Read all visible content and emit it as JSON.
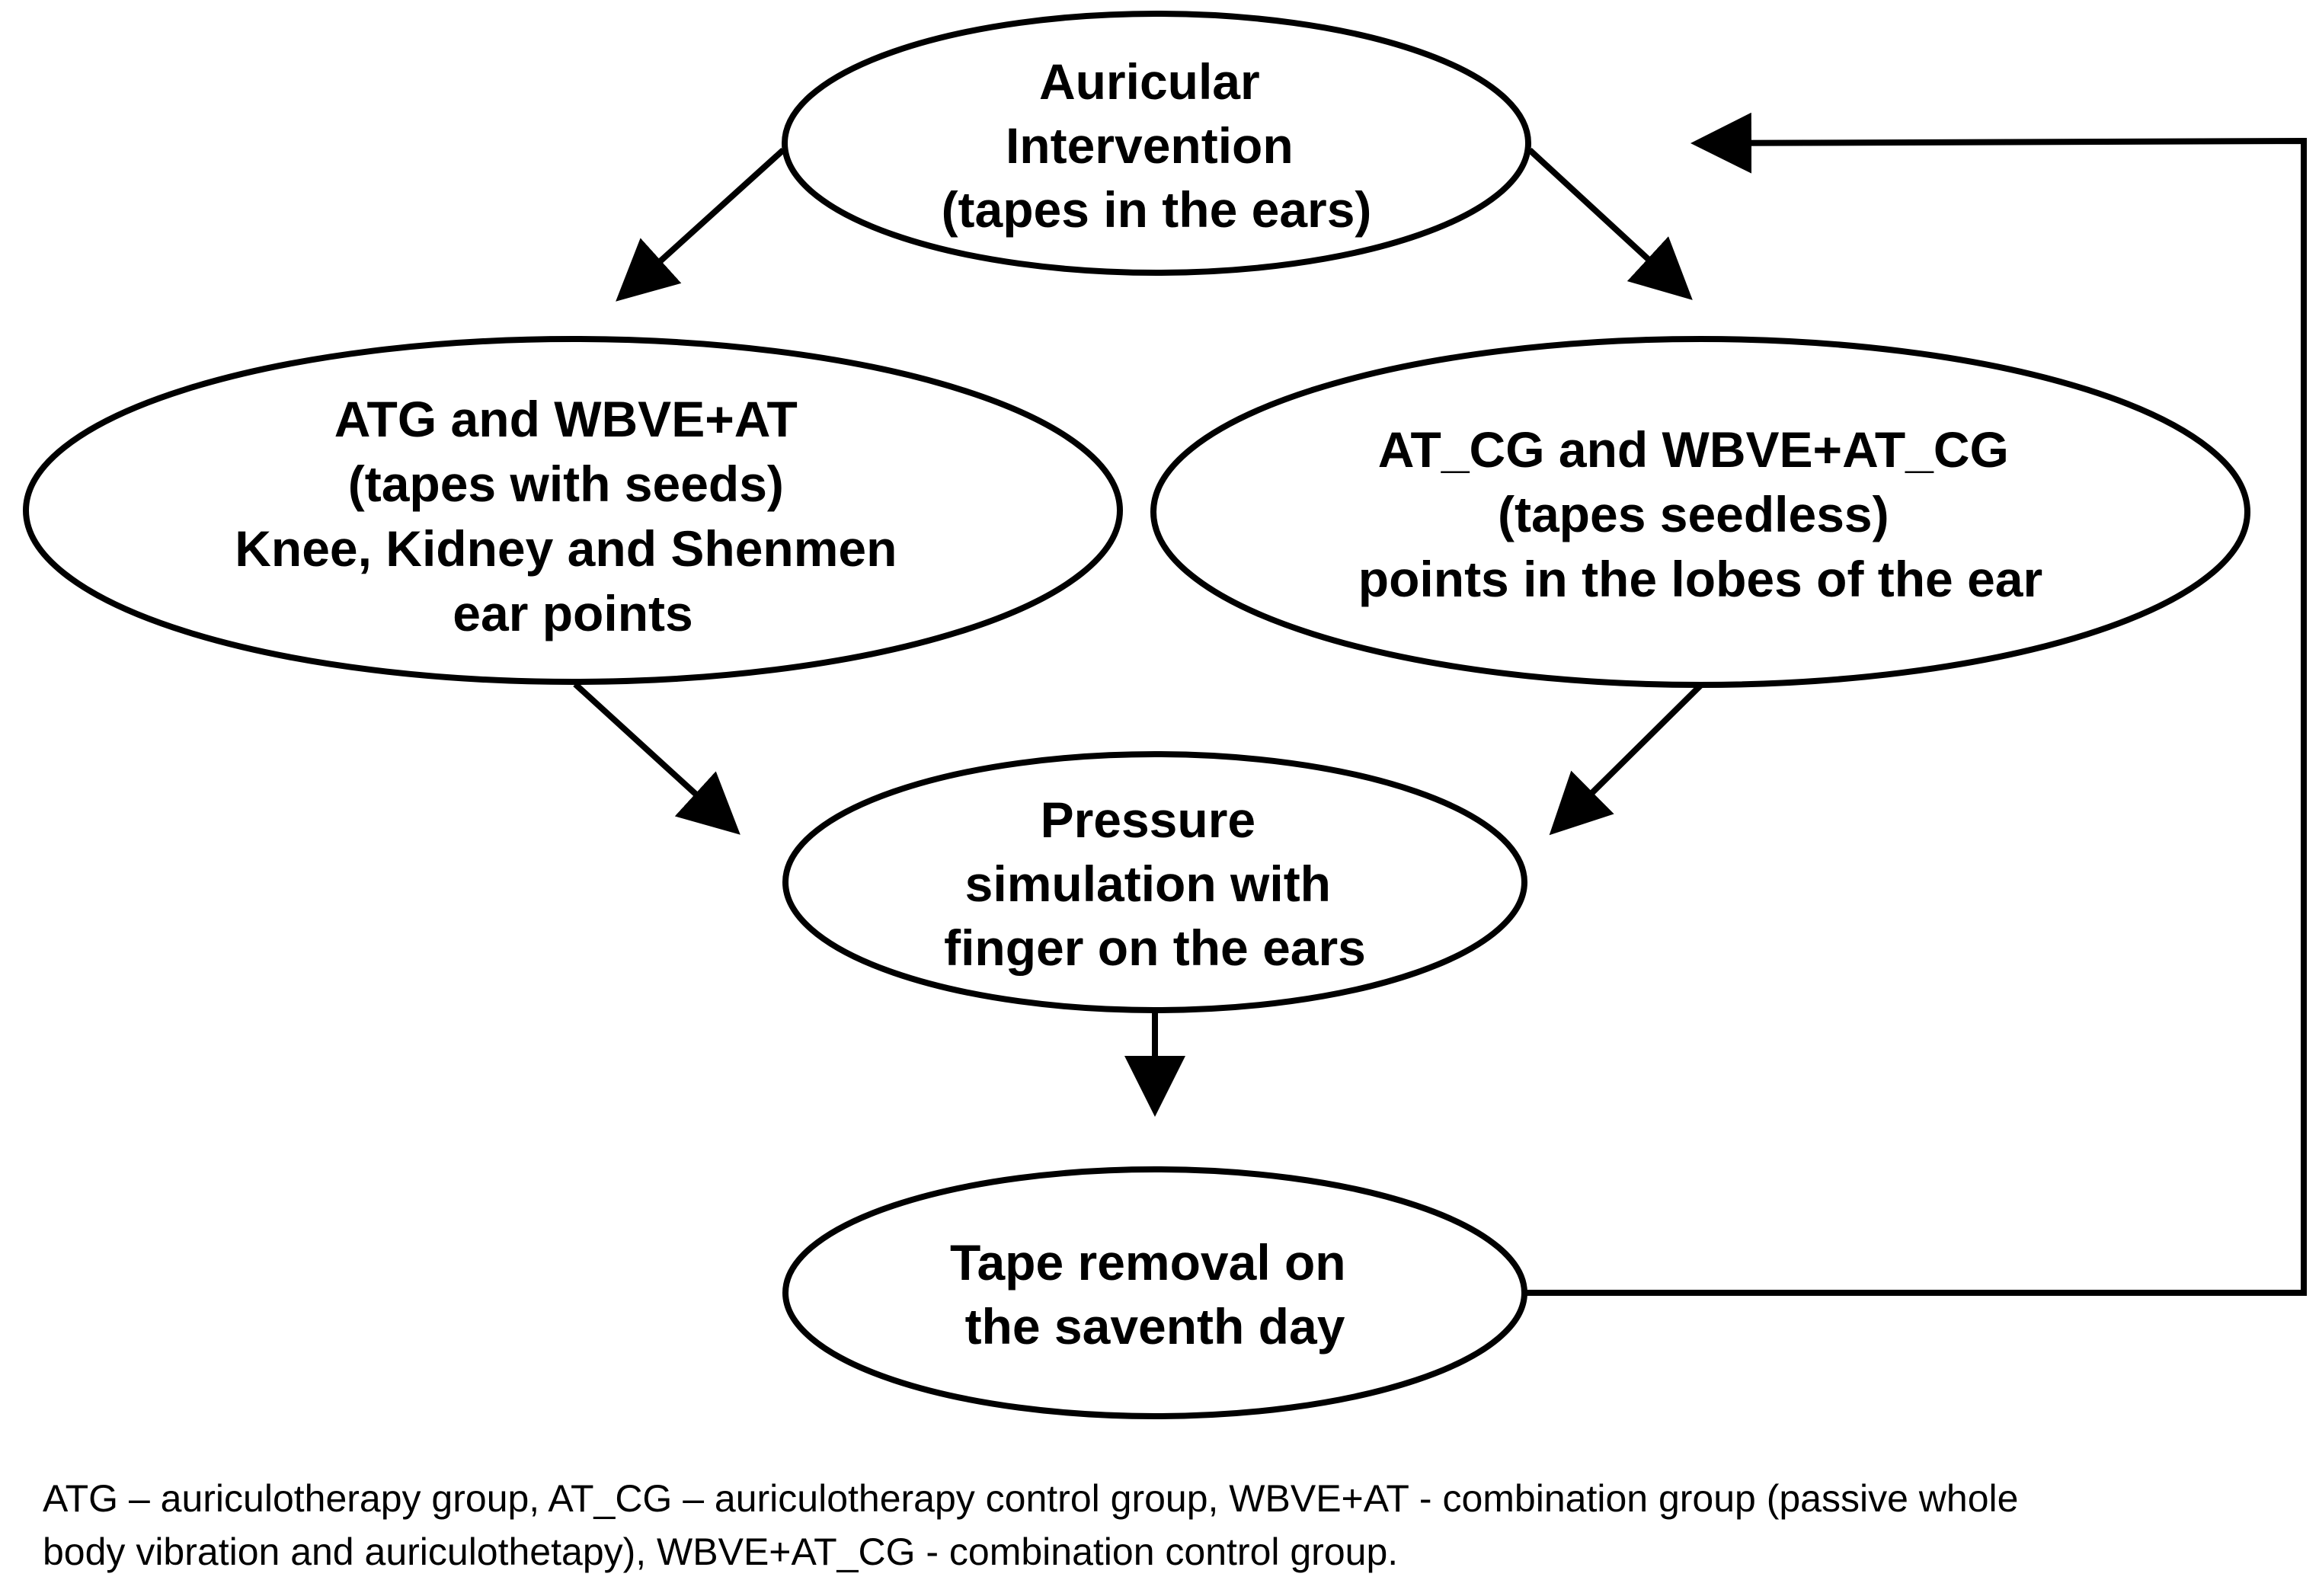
{
  "diagram": {
    "nodes": {
      "auricular_intervention": {
        "lines": [
          "Auricular",
          "Intervention",
          "(tapes in the ears)"
        ]
      },
      "atg_group": {
        "lines": [
          "ATG and WBVE+AT",
          "(tapes with seeds)",
          "Knee, Kidney and Shenmen",
          "ear points"
        ]
      },
      "atcg_group": {
        "lines": [
          "AT_CG and WBVE+AT_CG",
          "(tapes seedless)",
          "points in the lobes of the ear"
        ]
      },
      "pressure_simulation": {
        "lines": [
          "Pressure",
          "simulation with",
          "finger on the ears"
        ]
      },
      "tape_removal": {
        "lines": [
          "Tape removal on",
          "the saventh day"
        ]
      }
    },
    "footnote": {
      "line1": "ATG – auriculotherapy group, AT_CG – auriculotherapy control group, WBVE+AT - combination group  (passive whole",
      "line2": "body vibration and auriculothetapy), WBVE+AT_CG - combination control group."
    }
  }
}
